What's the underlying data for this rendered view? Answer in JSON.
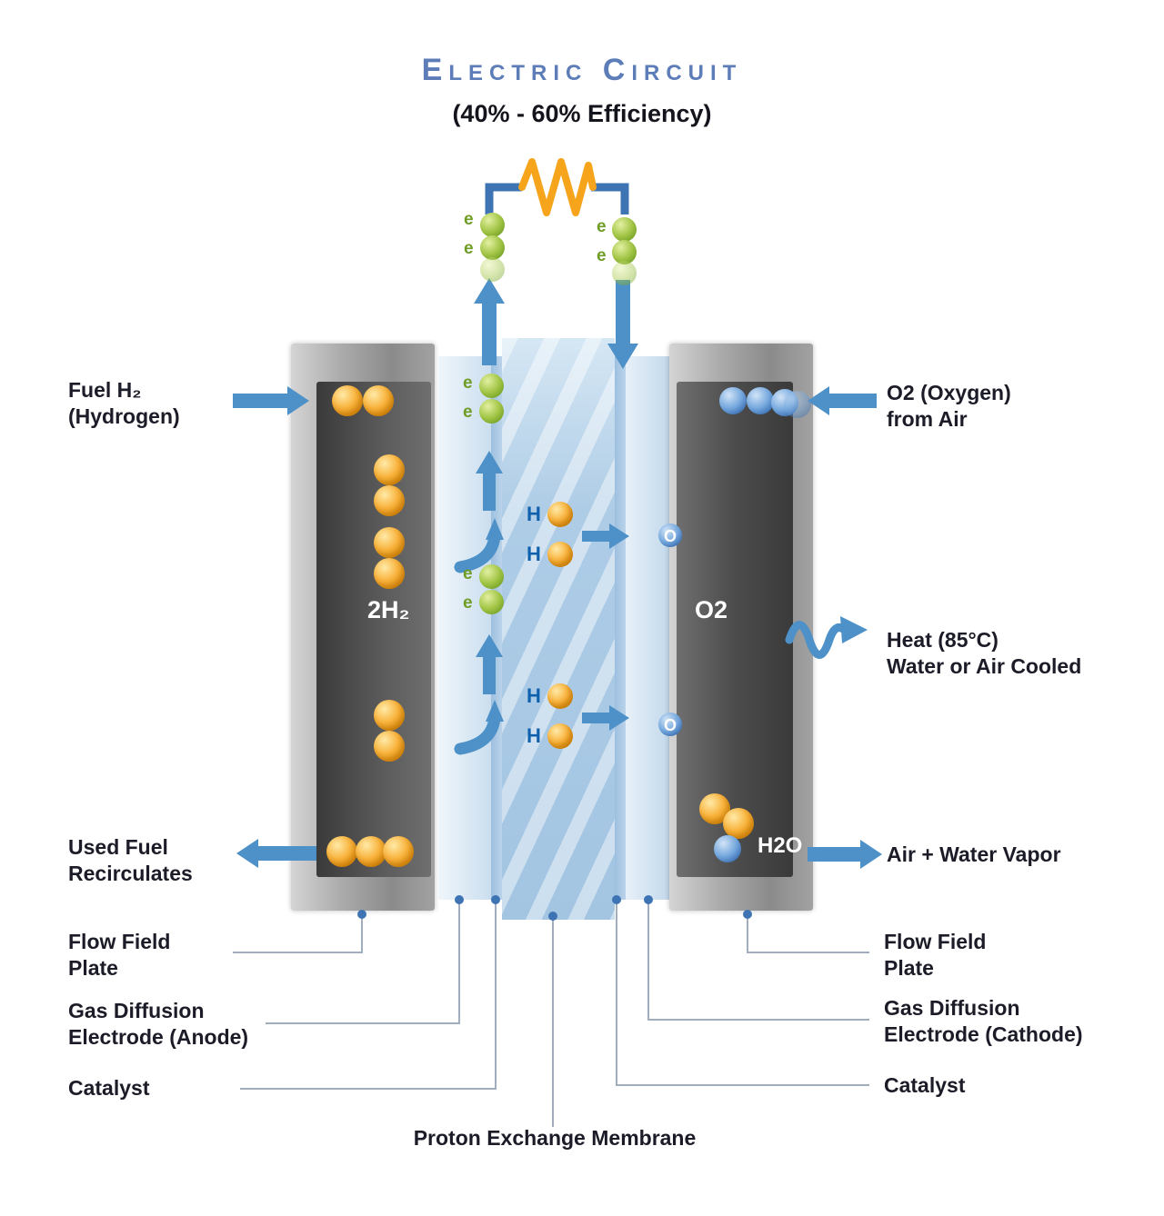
{
  "title": "Electric Circuit",
  "subtitle": "(40% - 60% Efficiency)",
  "left": {
    "fuel": "Fuel H₂\n(Hydrogen)",
    "used_fuel": "Used Fuel\nRecirculates",
    "flow_field": "Flow Field\nPlate",
    "gde": "Gas Diffusion\nElectrode (Anode)",
    "catalyst": "Catalyst"
  },
  "right": {
    "o2": "O2 (Oxygen)\nfrom Air",
    "heat": "Heat (85°C)\nWater or Air Cooled",
    "air_vapor": "Air + Water Vapor",
    "flow_field": "Flow Field\nPlate",
    "gde": "Gas Diffusion\nElectrode (Cathode)",
    "catalyst": "Catalyst"
  },
  "bottom": {
    "pem": "Proton Exchange Membrane"
  },
  "cell": {
    "anode_gas": "2H₂",
    "cathode_gas": "O2",
    "water": "H2O"
  },
  "glyphs": {
    "electron": "e",
    "hydrogen": "H",
    "oxygen": "O"
  },
  "colors": {
    "title_blue": "#5d7db8",
    "arrow_blue": "#4d91c8",
    "wire_blue": "#3e74b4",
    "resistor_orange": "#f6a41c",
    "h2_orange": "#f9b43e",
    "electron_green": "#8ab832",
    "o2_blue": "#4a7fc4",
    "membrane_blue": "#b7d2e9",
    "plate_gray": "#8f8f8f",
    "text_dark": "#1c1c28"
  }
}
